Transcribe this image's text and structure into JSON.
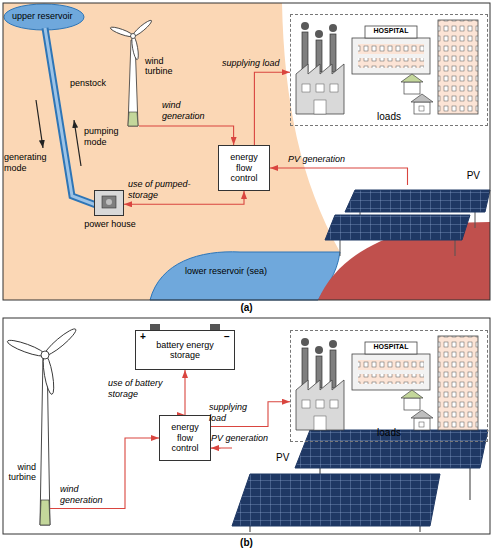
{
  "diagram": {
    "nodes": [
      {
        "text": [
          "energy flow control"
        ]
      },
      {
        "text": [
          "loads"
        ]
      },
      {
        "text": [
          "wind turbine"
        ]
      },
      {
        "text": [
          "PV"
        ]
      },
      {
        "text": [
          "power house"
        ]
      },
      {
        "text": [
          "battery energy storage"
        ]
      },
      {
        "text": [
          "energy flow control"
        ]
      },
      {
        "text": [
          "loads"
        ]
      },
      {
        "text": [
          "wind turbine"
        ]
      },
      {
        "text": [
          "PV"
        ]
      }
    ],
    "edges": [
      {
        "from": 2,
        "to": 0,
        "label": "wind generation",
        "arrow": "to"
      },
      {
        "from": 3,
        "to": 0,
        "label": "PV generation",
        "arrow": "to"
      },
      {
        "from": 4,
        "to": 0,
        "label": "use of pumped-storage",
        "arrow": "both"
      },
      {
        "from": 0,
        "to": 1,
        "label": "supplying load",
        "arrow": "to"
      },
      {
        "from": 8,
        "to": 6,
        "label": "wind generation",
        "arrow": "to"
      },
      {
        "from": 9,
        "to": 6,
        "label": "PV generation",
        "arrow": "to"
      },
      {
        "from": 5,
        "to": 6,
        "label": "use of battery storage",
        "arrow": "both"
      },
      {
        "from": 6,
        "to": 7,
        "label": "supplying load",
        "arrow": "to"
      }
    ],
    "labels": [
      "upper reservoir",
      "penstock",
      "generating mode",
      "pumping mode",
      "lower reservoir (sea)",
      "HOSPITAL",
      "(a)",
      "+",
      "−",
      "HOSPITAL",
      "(b)"
    ]
  }
}
